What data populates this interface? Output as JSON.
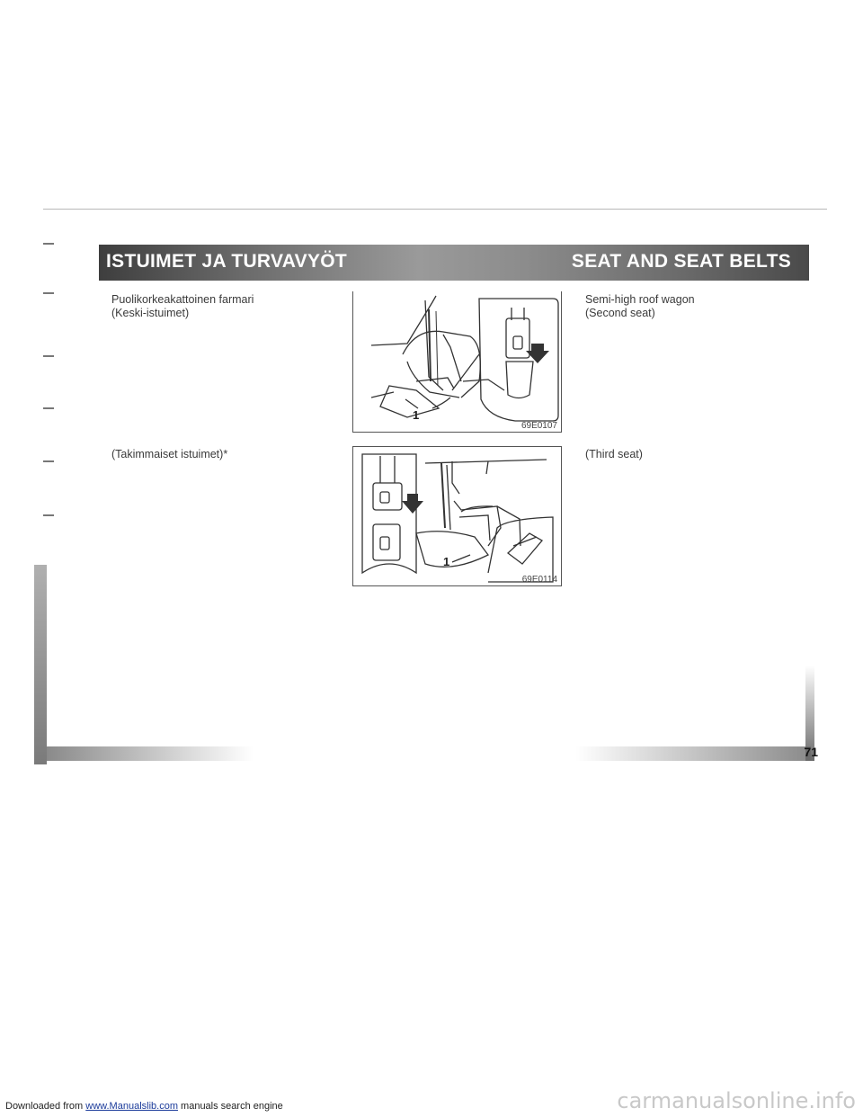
{
  "section": {
    "title_fi": "ISTUIMET JA TURVAVYÖT",
    "title_en": "SEAT AND SEAT BELTS"
  },
  "blocks": [
    {
      "fi_line1": "Puolikorkeakattoinen farmari",
      "fi_line2": "(Keski-istuimet)",
      "en_line1": "Semi-high roof wagon",
      "en_line2": "(Second seat)",
      "figure_code": "69E0107",
      "callout": "1"
    },
    {
      "fi_line1": "(Takimmaiset istuimet)*",
      "en_line1": "(Third seat)",
      "figure_code": "69E0114",
      "callout": "1"
    }
  ],
  "page_number": "71",
  "footer": {
    "prefix": "Downloaded from ",
    "link": "www.Manualslib.com",
    "suffix": " manuals search engine"
  },
  "watermark": "carmanualsonline.info"
}
